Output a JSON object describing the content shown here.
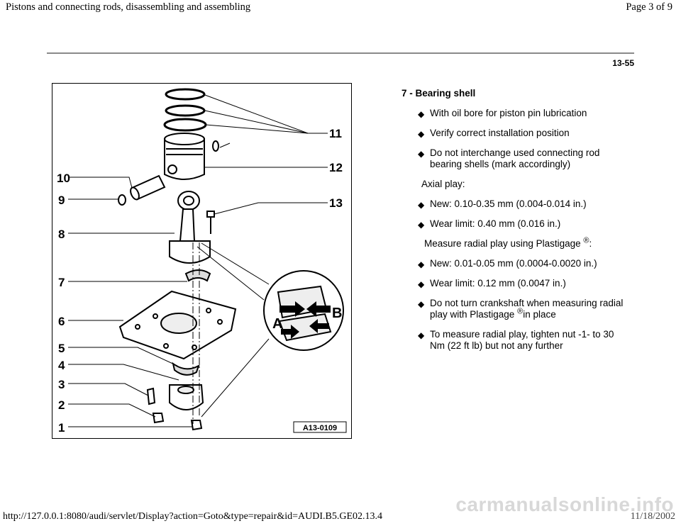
{
  "header": {
    "title": "Pistons and connecting rods, disassembling and assembling",
    "page": "Page 3 of 9"
  },
  "page_number": "13-55",
  "figure": {
    "code": "A13-0109",
    "callouts": [
      "1",
      "2",
      "3",
      "4",
      "5",
      "6",
      "7",
      "8",
      "9",
      "10",
      "11",
      "12",
      "13"
    ],
    "detail_labels": [
      "A",
      "B"
    ]
  },
  "content": {
    "heading": "7 - Bearing shell",
    "bullets1": [
      "With oil bore for piston pin lubrication",
      "Verify correct installation position",
      "Do not interchange used connecting rod bearing shells (mark accordingly)"
    ],
    "axial_label": "Axial play:",
    "bullets2": [
      "New: 0.10-0.35 mm (0.004-0.014 in.)",
      "Wear limit: 0.40 mm (0.016 in.)"
    ],
    "radial_label": "Measure radial play using Plastigage",
    "radial_suffix": ":",
    "registered_mark": "®",
    "bullets3": [
      "New: 0.01-0.05 mm (0.0004-0.0020 in.)",
      "Wear limit: 0.12 mm (0.0047 in.)"
    ],
    "crank_bullet_pre": "Do not turn crankshaft when measuring radial play with Plastigage",
    "crank_bullet_post": "in place",
    "last_bullet": "To measure radial play, tighten nut -1- to 30 Nm (22 ft lb) but not any further"
  },
  "footer": {
    "url": "http://127.0.0.1:8080/audi/servlet/Display?action=Goto&type=repair&id=AUDI.B5.GE02.13.4",
    "date": "11/18/2002"
  },
  "watermark": "carmanualsonline.info"
}
